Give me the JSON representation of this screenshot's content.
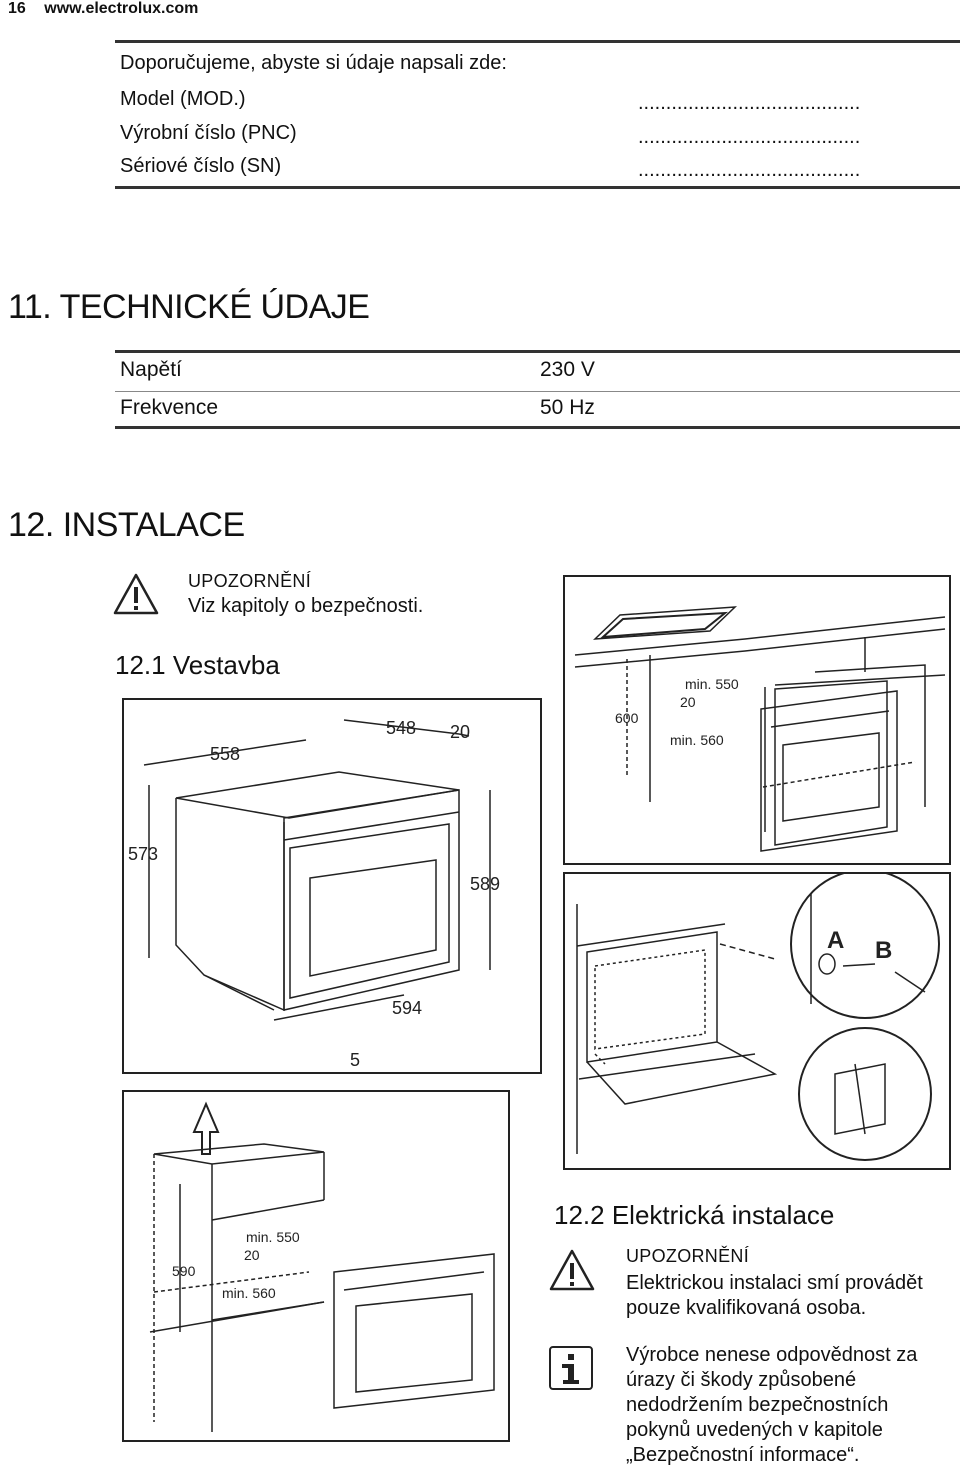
{
  "header": {
    "page_number": "16",
    "website": "www.electrolux.com"
  },
  "records": {
    "intro": "Doporučujeme, abyste si údaje napsali zde:",
    "rows": [
      {
        "label": "Model (MOD.)",
        "dots": "........................................"
      },
      {
        "label": "Výrobní číslo (PNC)",
        "dots": "........................................"
      },
      {
        "label": "Sériové číslo (SN)",
        "dots": "........................................"
      }
    ]
  },
  "technical": {
    "heading": "11. TECHNICKÉ ÚDAJE",
    "rows": [
      {
        "label": "Napětí",
        "value": "230 V"
      },
      {
        "label": "Frekvence",
        "value": "50 Hz"
      }
    ]
  },
  "installation": {
    "heading": "12. INSTALACE",
    "warning_title": "UPOZORNĚNÍ",
    "warning_text": "Viz kapitoly o bezpečnosti.",
    "sub1": "12.1 Vestavba",
    "fig1": {
      "d558": "558",
      "d548": "548",
      "d20": "20",
      "d573": "573",
      "d589": "589",
      "d594": "594",
      "d5": "5"
    },
    "fig2": {
      "d600": "600",
      "min550": "min. 550",
      "d20": "20",
      "min560": "min. 560"
    },
    "fig3": {
      "label_a": "A",
      "label_b": "B"
    },
    "fig4": {
      "d590": "590",
      "min550": "min. 550",
      "d20": "20",
      "min560": "min. 560"
    },
    "sub2": "12.2 Elektrická instalace",
    "warning2_title": "UPOZORNĚNÍ",
    "warning2_text": "Elektrickou instalaci smí provádět pouze kvalifikovaná osoba.",
    "info_text": "Výrobce nenese odpovědnost za úrazy či škody způsobené nedodržením bezpečnostních pokynů uvedených v kapitole „Bezpečnostní informace“."
  }
}
